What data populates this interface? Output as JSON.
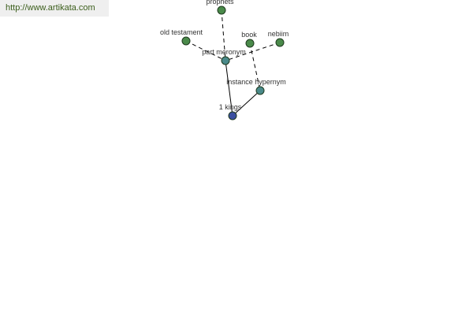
{
  "site_url": "http://www.artikata.com",
  "graph": {
    "colors": {
      "leaf_node": "#4a8a4a",
      "relation_node": "#4a8a8a",
      "root_node": "#3b4fa0",
      "node_stroke": "#1f3a1f",
      "edge": "#000000"
    },
    "nodes": [
      {
        "id": "prophets",
        "label": "prophets",
        "kind": "leaf"
      },
      {
        "id": "old-testament",
        "label": "old testament",
        "kind": "leaf"
      },
      {
        "id": "book",
        "label": "book",
        "kind": "leaf"
      },
      {
        "id": "nebiim",
        "label": "nebiim",
        "kind": "leaf"
      },
      {
        "id": "part-meronym",
        "label": "part meronym",
        "kind": "relation"
      },
      {
        "id": "instance-hypernym",
        "label": "instance hypernym",
        "kind": "relation"
      },
      {
        "id": "1-kings",
        "label": "1 kings",
        "kind": "root"
      }
    ],
    "edges": [
      {
        "from": "prophets",
        "to": "part-meronym",
        "style": "dashed"
      },
      {
        "from": "old-testament",
        "to": "part-meronym",
        "style": "dashed"
      },
      {
        "from": "nebiim",
        "to": "part-meronym",
        "style": "dashed"
      },
      {
        "from": "book",
        "to": "instance-hypernym",
        "style": "dashed"
      },
      {
        "from": "part-meronym",
        "to": "1-kings",
        "style": "solid"
      },
      {
        "from": "instance-hypernym",
        "to": "1-kings",
        "style": "solid"
      }
    ]
  }
}
